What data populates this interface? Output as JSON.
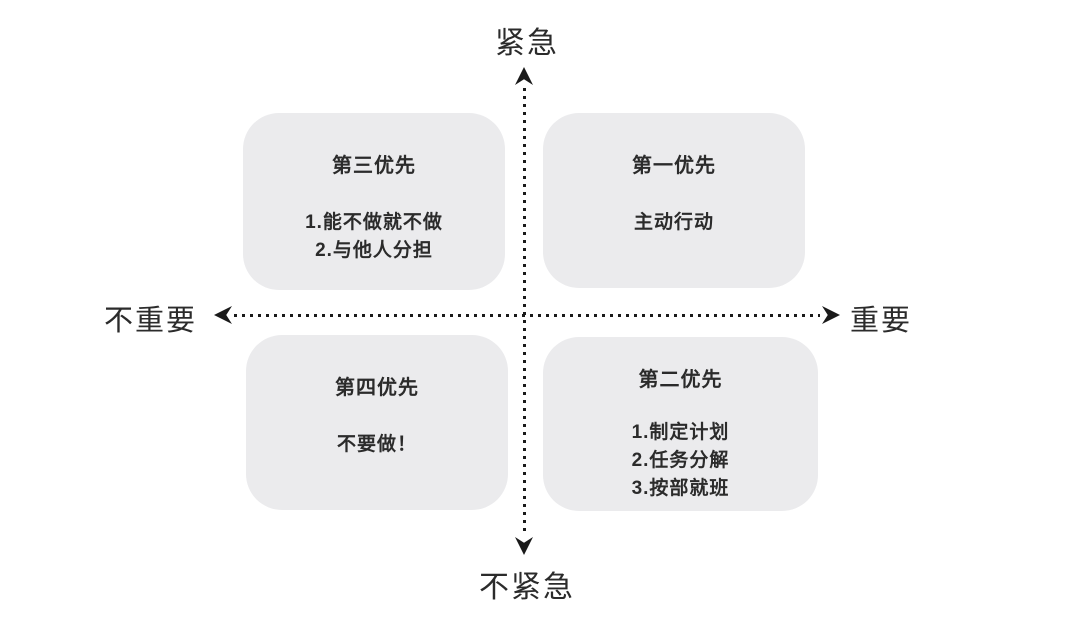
{
  "matrix": {
    "axes": {
      "top": "紧急",
      "bottom": "不紧急",
      "left": "不重要",
      "right": "重要"
    },
    "quadrants": [
      {
        "position": "top-left",
        "title": "第三优先",
        "items": [
          "1.能不做就不做",
          "2.与他人分担"
        ]
      },
      {
        "position": "top-right",
        "title": "第一优先",
        "items": [
          "主动行动"
        ]
      },
      {
        "position": "bottom-left",
        "title": "第四优先",
        "items": [
          "不要做！"
        ]
      },
      {
        "position": "bottom-right",
        "title": "第二优先",
        "items": [
          "1.制定计划",
          "2.任务分解",
          "3.按部就班"
        ]
      }
    ],
    "colors": {
      "background": "#ffffff",
      "box_fill": "#ebebed",
      "text": "#2b2b2b",
      "axis": "#1a1a1a"
    }
  }
}
